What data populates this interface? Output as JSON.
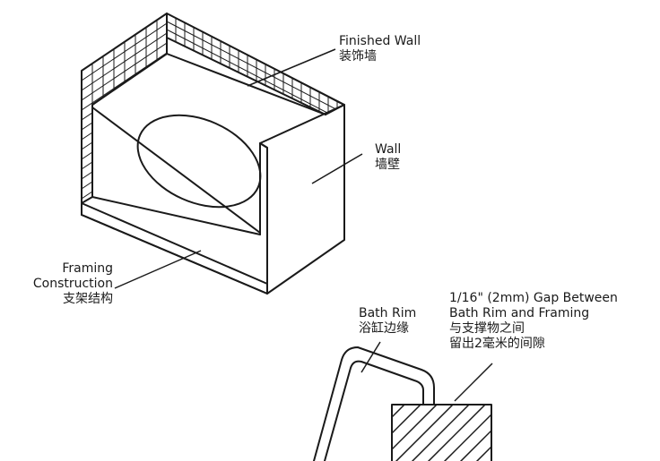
{
  "labels": {
    "finished_wall": {
      "en": "Finished Wall",
      "zh": "装饰墙"
    },
    "wall": {
      "en": "Wall",
      "zh": "墙壁"
    },
    "framing": {
      "en_line1": "Framing",
      "en_line2": "Construction",
      "zh": "支架结构"
    },
    "bath_rim": {
      "en": "Bath Rim",
      "zh": "浴缸边缘"
    },
    "gap": {
      "en_line1": "1/16\" (2mm) Gap Between",
      "en_line2": "Bath Rim and Framing",
      "zh_line1": "与支撑物之间",
      "zh_line2": "留出2毫米的间隙"
    }
  },
  "colors": {
    "line": "#1a1a1a",
    "background": "#ffffff"
  }
}
